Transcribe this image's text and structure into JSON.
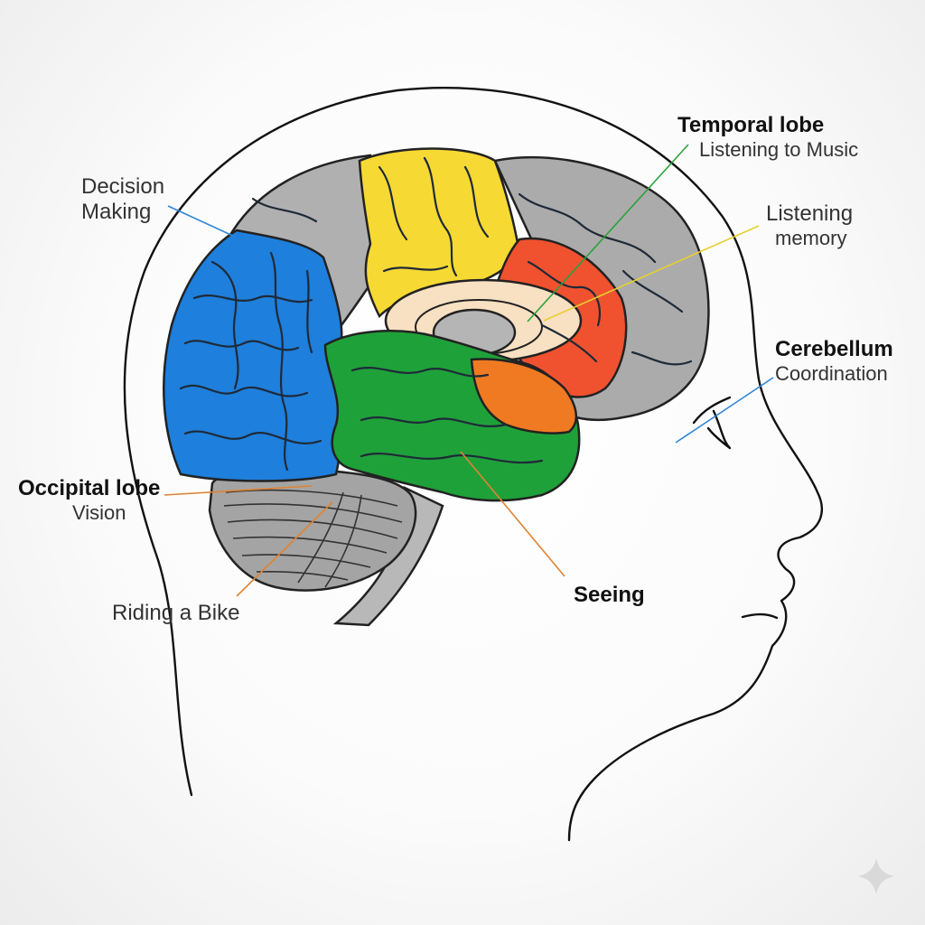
{
  "colors": {
    "frontal": "#1e7fdc",
    "parietal": "#f7d933",
    "temporal": "#1fa13a",
    "orange": "#f07a22",
    "red": "#f0512f",
    "gray": "#a9a9a9",
    "ring": "#f8e0c2",
    "line_blue": "#2f86d6",
    "line_green": "#2aa23b",
    "line_yellow": "#e8cf2f",
    "line_orange": "#e08332"
  },
  "labels": {
    "decision": {
      "line1": "Decision",
      "line2": "Making"
    },
    "temporal": {
      "title": "Temporal lobe",
      "sub": "Listening to Music"
    },
    "listening": {
      "line1": "Listening",
      "line2": "memory"
    },
    "cerebellum": {
      "title": "Cerebellum",
      "sub": "Coordination"
    },
    "occipital": {
      "title": "Occipital lobe",
      "sub": "Vision"
    },
    "riding": {
      "text": "Riding a Bike"
    },
    "seeing": {
      "text": "Seeing"
    }
  },
  "icons": {
    "corner": "sparkle-icon"
  }
}
